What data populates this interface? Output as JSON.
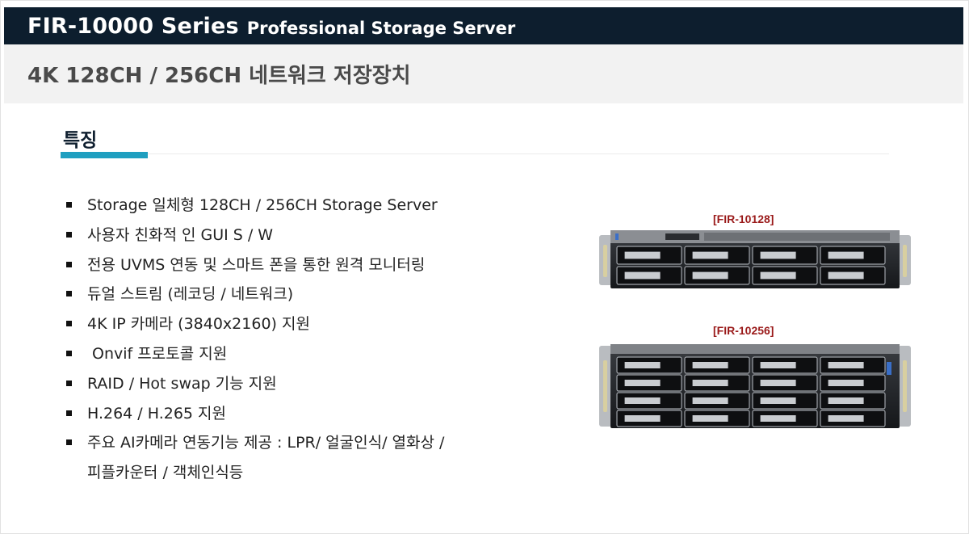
{
  "header": {
    "title": "FIR-10000 Series",
    "subtitle_en": "Professional Storage Server",
    "subtitle_ko": "4K 128CH / 256CH 네트워크 저장장치"
  },
  "section": {
    "heading": "특징"
  },
  "features": [
    "Storage 일체형 128CH / 256CH  Storage Server",
    "사용자 친화적 인 GUI S / W",
    "전용 UVMS 연동 및  스마트 폰을 통한 원격 모니터링",
    "듀얼 스트림 (레코딩 / 네트워크)",
    "4K IP 카메라 (3840x2160) 지원",
    " Onvif 프로토콜 지원",
    "RAID / Hot swap 기능 지원",
    "H.264 / H.265 지원",
    "주요 AI카메라 연동기능 제공 : LPR/ 얼굴인식/ 열화상 /",
    "피플카운터 / 객체인식등"
  ],
  "products": [
    {
      "label": "[FIR-10128]",
      "image": "rackmount-server-2u-8bay"
    },
    {
      "label": "[FIR-10256]",
      "image": "rackmount-server-3u-16bay"
    }
  ],
  "colors": {
    "title_bar": "#0d1e2e",
    "subtitle_bar": "#f2f2f2",
    "accent": "#1f9fc0",
    "product_label": "#9a1a1a"
  }
}
